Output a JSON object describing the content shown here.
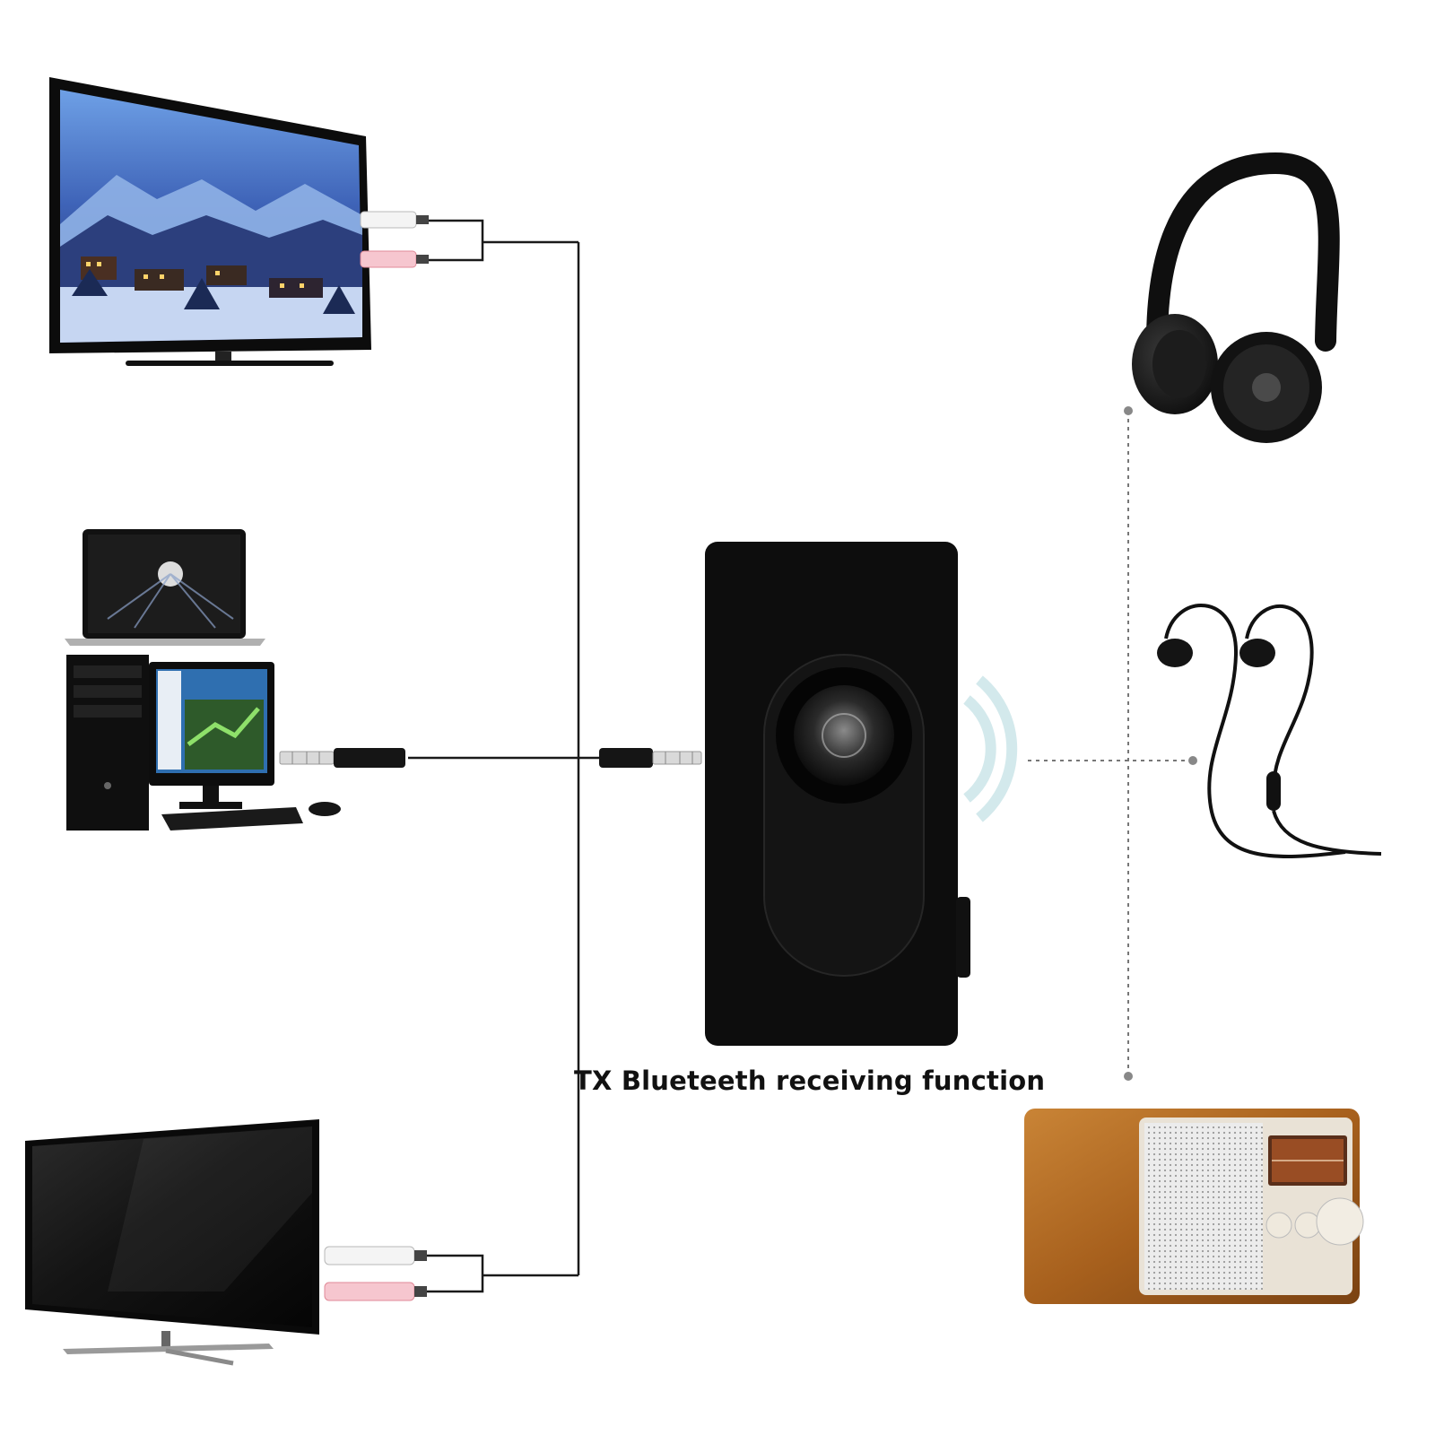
{
  "caption": "TX Blueteeth receiving function",
  "colors": {
    "background": "#ffffff",
    "device_body": "#0d0d0d",
    "cable": "#1a1a1a",
    "signal_waves": "#cfe7ea",
    "radio_wood": "#b06a22",
    "rca_white": "#f2f2f2",
    "rca_red": "#f3b6c0"
  },
  "sources": [
    {
      "icon": "flat-tv-icon",
      "connection": "rca-cable"
    },
    {
      "icon": "laptop-icon",
      "connection": "aux-3.5mm"
    },
    {
      "icon": "desktop-computer-icon",
      "connection": "aux-3.5mm"
    },
    {
      "icon": "flat-tv-icon",
      "connection": "rca-cable"
    }
  ],
  "receiver": {
    "icon": "bluetooth-receiver-icon"
  },
  "outputs": [
    {
      "icon": "headphones-icon"
    },
    {
      "icon": "sport-earphones-icon"
    },
    {
      "icon": "radio-speaker-icon"
    }
  ]
}
